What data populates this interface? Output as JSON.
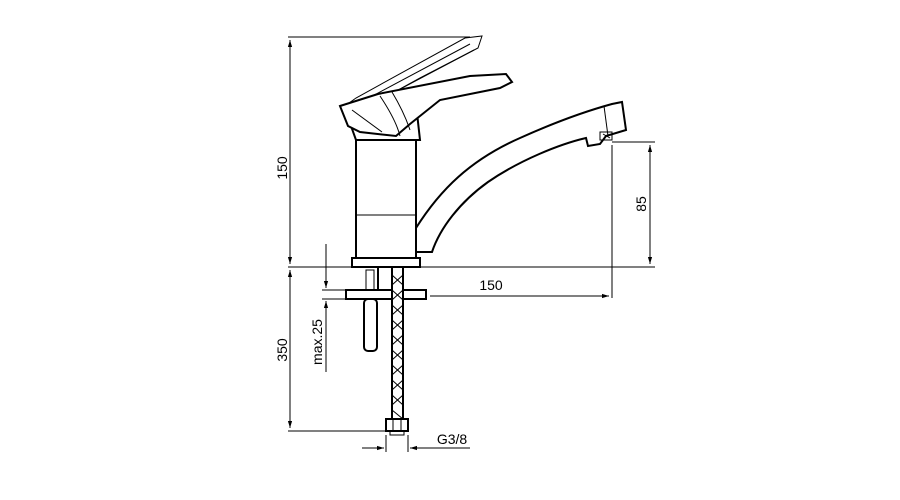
{
  "dimensions": {
    "total_height": "150",
    "spout_clearance": "85",
    "spout_reach": "150",
    "hose_length": "350",
    "max_thickness": "max.25",
    "connection_thread": "G3/8"
  }
}
